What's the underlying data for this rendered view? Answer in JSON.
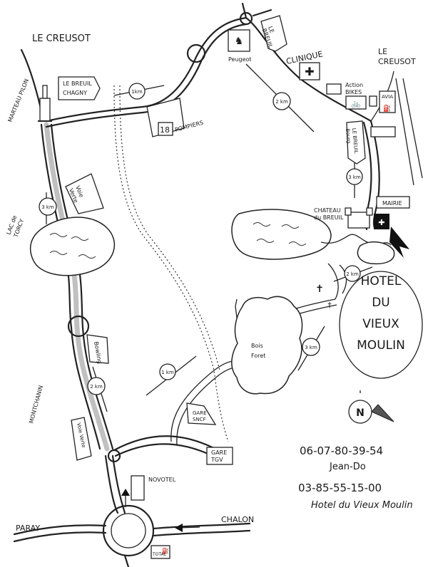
{
  "places": {
    "le_creusot_nw": "LE CREUSOT",
    "le_creusot_ne": "LE\nCREUSOT",
    "marteau_pilon": "MARTEAU PILON",
    "le_breuil_chagny": "LE BREUIL\nCHAGNY",
    "peugeot": "Peugeot",
    "le_breuil_sign": "LE\nBREUIL",
    "clinique": "CLINIQUE",
    "action_bikes": "Action\nBIKES",
    "avia": "AVIA",
    "pompiers": "POMPIERS",
    "le_breuil_bourg": "LE BREUIL\nBourg",
    "lac_de_torcy": "LAC de\nTORCY",
    "voie_verte": "Voie\nVerte",
    "chateau_du_breuil": "CHATEAU\ndu BREUIL",
    "mairie": "MAIRIE",
    "hotel_du_vieux_moulin": "HOTEL\nDU\nVIEUX\nMOULIN",
    "bowling": "Bowling",
    "bois_foret": "Bois\nForet",
    "montchanin": "MONTCHANIN",
    "gare_sncf": "GARE\nSNCF",
    "voie_verte_south": "Voie Verte",
    "gare_tgv": "GARE\nTGV",
    "novotel": "NOVOTEL",
    "paray": "PARAY",
    "chalon": "CHALON",
    "total": "TOTAL"
  },
  "distances": {
    "d_1km_top": "1km",
    "d_2km_right": "2 km",
    "d_3km_bourg": "3 km",
    "d_3km_lake": "3 km",
    "d_2km_hotel": "2 km",
    "d_3km_forest": "3 km",
    "d_1km_gare": "1 km",
    "d_2km_montchanin": "2 km",
    "pompiers_number": "18"
  },
  "compass": {
    "north": "N"
  },
  "contacts": {
    "phone_1": "06-07-80-39-54",
    "name_1": "Jean-Do",
    "phone_2": "03-85-55-15-00",
    "name_2": "Hotel du Vieux Moulin"
  },
  "colors": {
    "ink": "#1a1a1a",
    "route": "#b9b9b9",
    "paper": "#ffffff"
  }
}
